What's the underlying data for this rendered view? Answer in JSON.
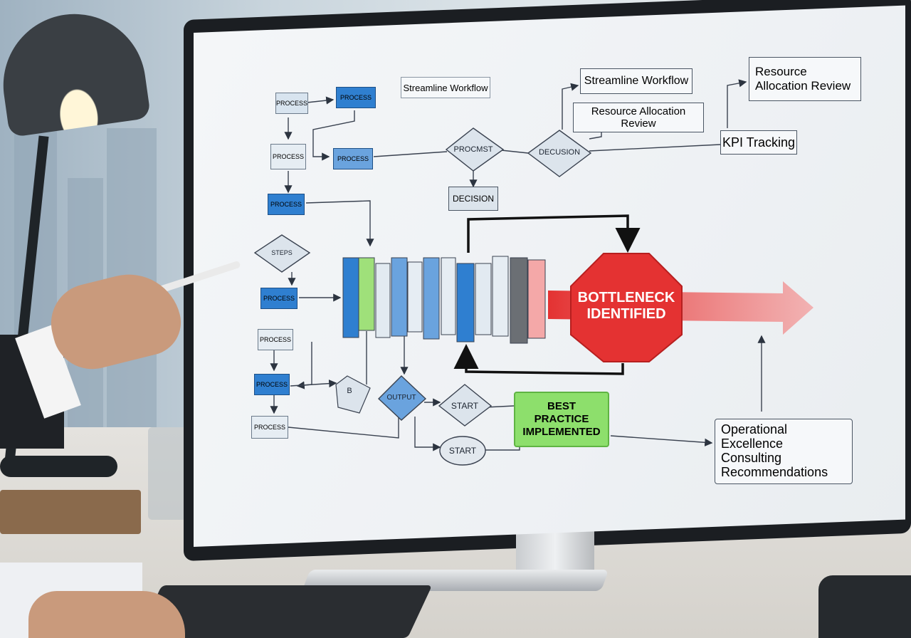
{
  "flowchart": {
    "top_left_nodes": [
      "PROCESS",
      "PROCESS",
      "PROCESS",
      "PROCESS",
      "PROCESS",
      "PROCESS",
      "PROCESS",
      "PROCESS",
      "PROCESS"
    ],
    "streamline_label_small": "Streamline Workflow",
    "streamline_label": "Streamline Workflow",
    "resource_allocation_review_box": "Resource Allocation Review",
    "resource_allocation_review_top": "Resource Allocation Review",
    "kpi_tracking": "KPI Tracking",
    "decision_diamond": "DECUSION",
    "process_diamond": "PROCMST",
    "decision_box": "DECISION",
    "steps_diamond": "STEPS",
    "bottleneck": "BOTTLENECK IDENTIFIED",
    "output_diamond": "OUTPUT",
    "start_diamond": "START",
    "start_oval": "START",
    "b_label": "B",
    "best_practice": "BEST PRACTICE IMPLEMENTED",
    "operational_excellence": "Operational Excellence Consulting Recommendations"
  },
  "colors": {
    "bottleneck_red": "#e43232",
    "best_practice_green": "#8ddf6c",
    "process_blue": "#2f7fd0",
    "process_light": "#d8e4ef"
  }
}
